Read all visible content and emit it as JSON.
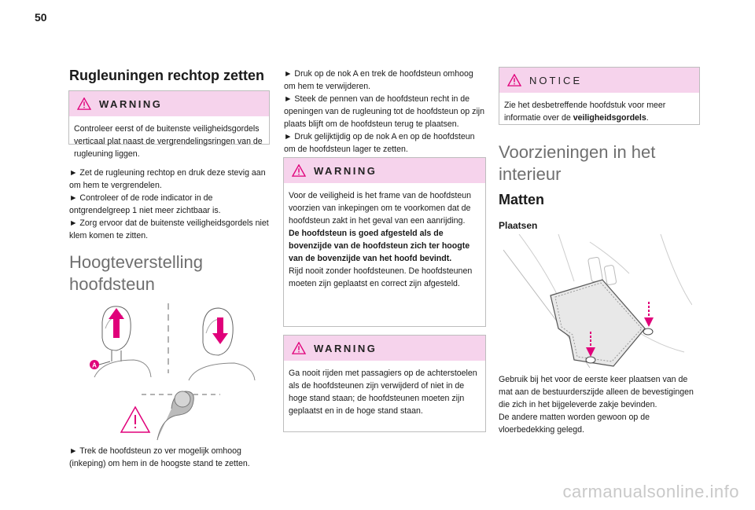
{
  "page_number": "50",
  "col1": {
    "title": "Rugleuningen rechtop zetten",
    "warning1": {
      "label": "WARNING",
      "text": "Controleer eerst of de buitenste veiligheidsgordels verticaal plat naast de vergrendelingsringen van de rugleuning liggen."
    },
    "steps": [
      "► Zet de rugleuning rechtop en druk deze stevig aan om hem te vergrendelen.",
      "► Controleer of de rode indicator in de ontgrendelgreep 1 niet meer zichtbaar is.",
      "► Zorg ervoor dat de buitenste veiligheidsgordels niet klem komen te zitten."
    ],
    "section_title": "Hoogteverstelling hoofdsteun",
    "figure_label": "A",
    "bottom_step": "► Trek de hoofdsteun zo ver mogelijk omhoog (inkeping) om hem in de hoogste stand te zetten."
  },
  "col2": {
    "steps": [
      "► Druk op de nok A en trek de hoofdsteun omhoog om hem te verwijderen.",
      "► Steek de pennen van de hoofdsteun recht in de openingen van de rugleuning tot de hoofdsteun op zijn plaats blijft om de hoofdsteun terug te plaatsen.",
      "► Druk gelijktijdig op de nok A en op de hoofdsteun om de hoofdsteun lager te zetten."
    ],
    "warning2": {
      "label": "WARNING",
      "text1": "Voor de veiligheid is het frame van de hoofdsteun voorzien van inkepingen om te voorkomen dat de hoofdsteun zakt in het geval van een aanrijding.",
      "text_bold": "De hoofdsteun is goed afgesteld als de bovenzijde van de hoofdsteun zich ter hoogte van de bovenzijde van het hoofd bevindt.",
      "text2": "Rijd nooit zonder hoofdsteunen. De hoofdsteunen moeten zijn geplaatst en correct zijn afgesteld."
    },
    "warning3": {
      "label": "WARNING",
      "text": "Ga nooit rijden met passagiers op de achterstoelen als de hoofdsteunen zijn verwijderd of niet in de hoge stand staan; de hoofdsteunen moeten zijn geplaatst en in de hoge stand staan."
    }
  },
  "col3": {
    "notice": {
      "label": "NOTICE",
      "text_before": "Zie het desbetreffende hoofdstuk voor meer informatie over de ",
      "text_bold": "veiligheidsgordels",
      "text_after": "."
    },
    "section_title": "Voorzieningen in het interieur",
    "h2": "Matten",
    "h3": "Plaatsen",
    "para1": "Gebruik bij het voor de eerste keer plaatsen van de mat aan de bestuurderszijde alleen de bevestigingen die zich in het bijgeleverde zakje bevinden.",
    "para2": "De andere matten worden gewoon op de vloerbedekking gelegd."
  },
  "watermark": "carmanualsonline.info",
  "colors": {
    "accent_header": "#f6d3ec",
    "warning_icon": "#e0007a",
    "arrow": "#e0007a"
  }
}
